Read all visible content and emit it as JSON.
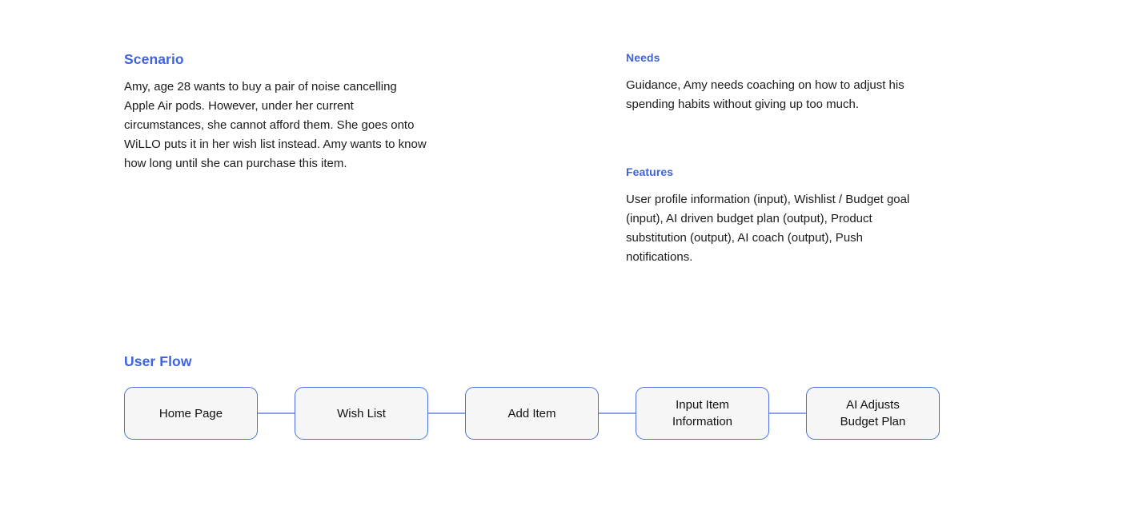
{
  "theme": {
    "accent_blue": "#3f63dd",
    "node_border": "#4c6fe3",
    "node_fill": "#f6f6f6",
    "connector": "#8ba3ea",
    "body_text": "#1b1b1b",
    "background": "#ffffff"
  },
  "sections": {
    "scenario": {
      "heading": "Scenario",
      "body": "Amy, age 28 wants to buy a pair of noise cancelling Apple Air pods. However, under her current circumstances, she cannot afford them. She goes onto WiLLO puts it in her wish list instead. Amy wants to know how long until she can purchase this item."
    },
    "needs": {
      "heading": "Needs",
      "body": "Guidance, Amy needs coaching on how to adjust his spending habits without giving up too much."
    },
    "features": {
      "heading": "Features",
      "body": "User profile information (input), Wishlist / Budget goal (input), AI driven budget plan (output), Product substitution (output), AI coach (output), Push notifications."
    },
    "user_flow": {
      "heading": "User Flow",
      "nodes": [
        {
          "label": "Home Page"
        },
        {
          "label": "Wish List"
        },
        {
          "label": "Add Item"
        },
        {
          "label": "Input Item\nInformation"
        },
        {
          "label": "AI Adjusts\nBudget Plan"
        }
      ]
    }
  }
}
